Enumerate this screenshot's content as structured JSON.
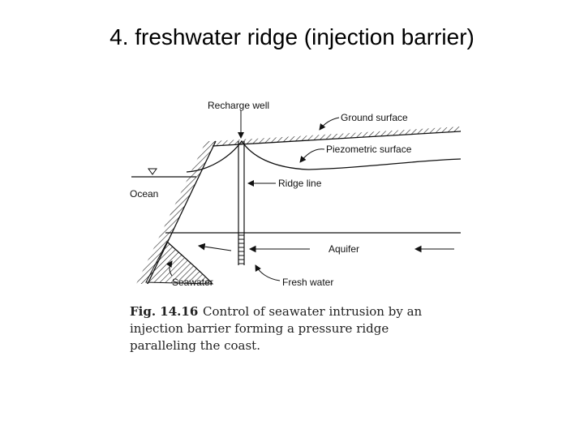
{
  "slide": {
    "title": "4. freshwater ridge (injection barrier)"
  },
  "diagram": {
    "labels": {
      "recharge_well": "Recharge well",
      "ground_surface": "Ground surface",
      "piezometric_surface": "Piezometric surface",
      "ocean": "Ocean",
      "ridge_line": "Ridge line",
      "aquifer": "Aquifer",
      "seawater": "Seawater",
      "fresh_water": "Fresh water"
    },
    "caption": {
      "fig_number": "Fig. 14.16",
      "line1": "Control of seawater intrusion by an",
      "line2": "injection barrier forming a pressure ridge",
      "line3": "paralleling the coast."
    }
  }
}
